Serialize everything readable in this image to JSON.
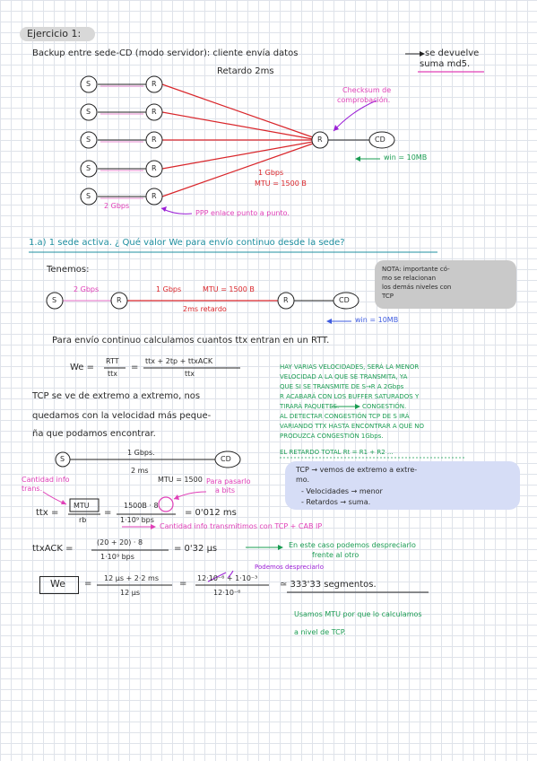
{
  "exercise_title": "Ejercicio 1:",
  "intro": {
    "line1": "Backup entre sede-CD (modo servidor): cliente envía datos",
    "line1_tail": "se devuelve",
    "line2_tail": "suma md5."
  },
  "top_diagram": {
    "delay_label": "Retardo 2ms",
    "checksum_note_1": "Checksum de",
    "checksum_note_2": "comprobación.",
    "link_speed_1": "1 Gbps",
    "link_speed_2": "MTU = 1500 B",
    "left_speed": "2 Gbps",
    "ppp_note": "PPP enlace punto a punto.",
    "win_note": "win = 10MB",
    "s_label": "S",
    "r_label": "R",
    "cd_label": "CD"
  },
  "question": "1.a) 1 sede activa. ¿ Qué valor We para envío continuo desde la sede?",
  "tenemos": "Tenemos:",
  "nota": {
    "l1": "NOTA: importante có-",
    "l2": "mo se relacionan",
    "l3": "los demás niveles con",
    "l4": "TCP"
  },
  "second_diagram": {
    "s1": "2 Gbps",
    "s2": "1 Gbps",
    "mtu": "MTU = 1500 B",
    "delay": "2ms retardo",
    "win": "win = 10MB"
  },
  "para_envio": "Para envío continuo calculamos cuantos ttx entran en un RTT.",
  "we_formula": {
    "lhs": "We =",
    "frac1_num": "RTT",
    "frac1_den": "ttx",
    "eq": "=",
    "frac2_num": "ttx + 2tp + ttxACK",
    "frac2_den": "ttx"
  },
  "tcp_text": {
    "l1": "TCP se ve de extremo a extremo, nos",
    "l2": "quedamos con la velocidad más peque-",
    "l3": "ña que podamos encontrar."
  },
  "green_notes": {
    "l1": "HAY VARIAS VELOCIDADES, SERÁ LA MENOR",
    "l2": "VELOCIDAD A LA QUE SE TRANSMITA, YA",
    "l3": "QUE SI SE TRANSMITE DE S→R A 2Gbps",
    "l4": "R ACABARÁ CON LOS BUFFER SATURADOS Y",
    "l5": "TIRARÁ PAQUETES.",
    "l5b": "CONGESTIÓN.",
    "l6": "AL DETECTAR CONGESTIÓN TCP DE S IRÁ",
    "l7": "VARIANDO TTX HASTA ENCONTRAR A QUÉ NO",
    "l8": "PRODUZCA CONGESTIÓN 1Gbps.",
    "retardo": "EL RETARDO TOTAL  Rt = R1 + R2 ..."
  },
  "third_diagram": {
    "speed": "1 Gbps.",
    "delay": "2 ms",
    "mtu": "MTU = 1500",
    "s": "S",
    "cd": "CD"
  },
  "cantidad_note": {
    "l1": "Cantidad info",
    "l2": "trans."
  },
  "pasar_bits": {
    "l1": "Para pasarlo",
    "l2": "a bits"
  },
  "tcp_box": {
    "l1": "TCP → vemos de extremo a extre-",
    "l2": "mo.",
    "l3": "- Velocidades → menor",
    "l4": "- Retardos → suma."
  },
  "ttx": {
    "lhs": "ttx =",
    "num": "MTU",
    "den": "rb",
    "eq": "=",
    "num2": "1500B · 8",
    "den2": "1·10⁹ bps",
    "result": "= 0'012 ms"
  },
  "cantidad_info_note": "Cantidad info transmitimos con TCP + CAB IP",
  "ttx_ack": {
    "lhs": "ttxACK =",
    "num": "(20 + 20) · 8",
    "den": "1·10⁹ bps",
    "result": "= 0'32 μs",
    "note1": "En este caso podemos despreciarlo",
    "note2": "frente al otro"
  },
  "podemos_note": "Podemos despreciarlo",
  "we_result": {
    "lhs": "We",
    "eq": "=",
    "num": "12 μs + 2·2 ms",
    "den": "12 μs",
    "eq2": "=",
    "num2": "12·10⁻⁶ + 1·10⁻³",
    "den2": "12·10⁻⁶",
    "approx": "≃ 333'33 segmentos."
  },
  "usamos": {
    "l1": "Usamos MTU por que lo calculamos",
    "l2": "a nivel de TCP."
  }
}
